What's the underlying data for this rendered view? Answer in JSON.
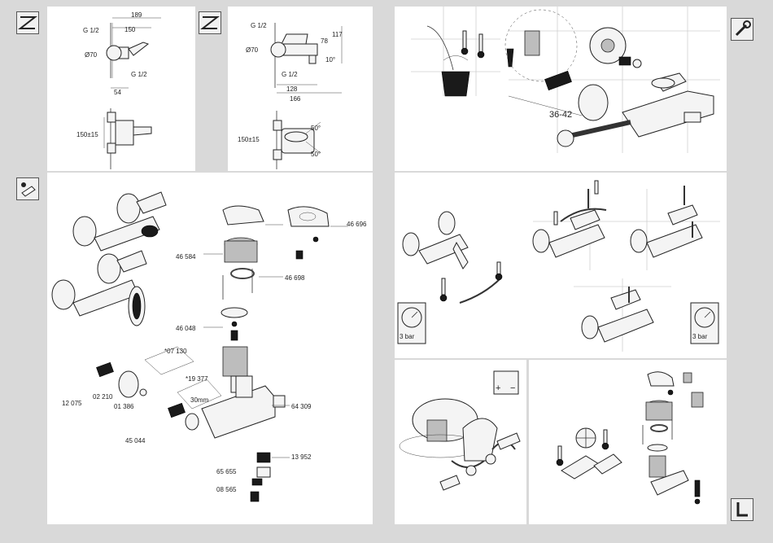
{
  "dims_left": {
    "d189": "189",
    "d150": "150",
    "thread_top": "G 1/2",
    "dia70": "Ø70",
    "thread_bottom": "G 1/2",
    "d54": "54",
    "d150_15": "150±15"
  },
  "dims_right": {
    "thread_top": "G 1/2",
    "d78": "78",
    "d117": "117",
    "dia70": "Ø70",
    "angle10": "10°",
    "thread_bottom": "G 1/2",
    "d128": "128",
    "d166": "166",
    "d150_15": "150±15",
    "angle50a": "50°",
    "angle50b": "50°"
  },
  "install": {
    "wrench_size": "36-42"
  },
  "parts": {
    "p46696": "46 696",
    "p46584": "46 584",
    "p46698": "46 698",
    "p46048": "46 048",
    "p07130": "*07 130",
    "p19377": "*19 377",
    "p_30mm": "30mm",
    "p12075": "12 075",
    "p02210": "02 210",
    "p01386": "01 386",
    "p64309": "64 309",
    "p45044": "45 044",
    "p13952": "13 952",
    "p65655": "65 655",
    "p08565": "08 565"
  },
  "pressure": {
    "left_gauge": "3 bar",
    "right_gauge": "3 bar"
  },
  "temp_adjust": {
    "plus": "+",
    "minus": "−"
  },
  "icons": {
    "dimension_tab": "dimensions-icon",
    "spare_parts_tab": "faucet-icon",
    "install_tab": "wrench-icon",
    "maintenance_tab": "hex-key-icon"
  }
}
